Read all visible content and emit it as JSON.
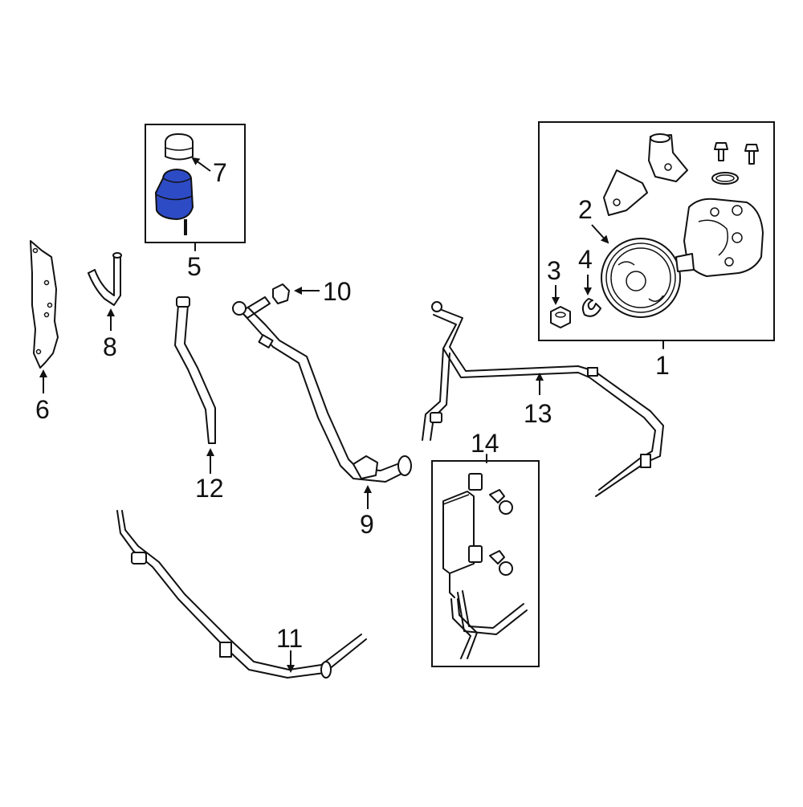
{
  "colors": {
    "highlight": "#2E4BC6",
    "highlight_dark": "#1B2E8A",
    "line": "#111111",
    "background": "#FFFFFF"
  },
  "callouts": {
    "c1": "1",
    "c2": "2",
    "c3": "3",
    "c4": "4",
    "c5": "5",
    "c6": "6",
    "c7": "7",
    "c8": "8",
    "c9": "9",
    "c10": "10",
    "c11": "11",
    "c12": "12",
    "c13": "13",
    "c14": "14"
  }
}
